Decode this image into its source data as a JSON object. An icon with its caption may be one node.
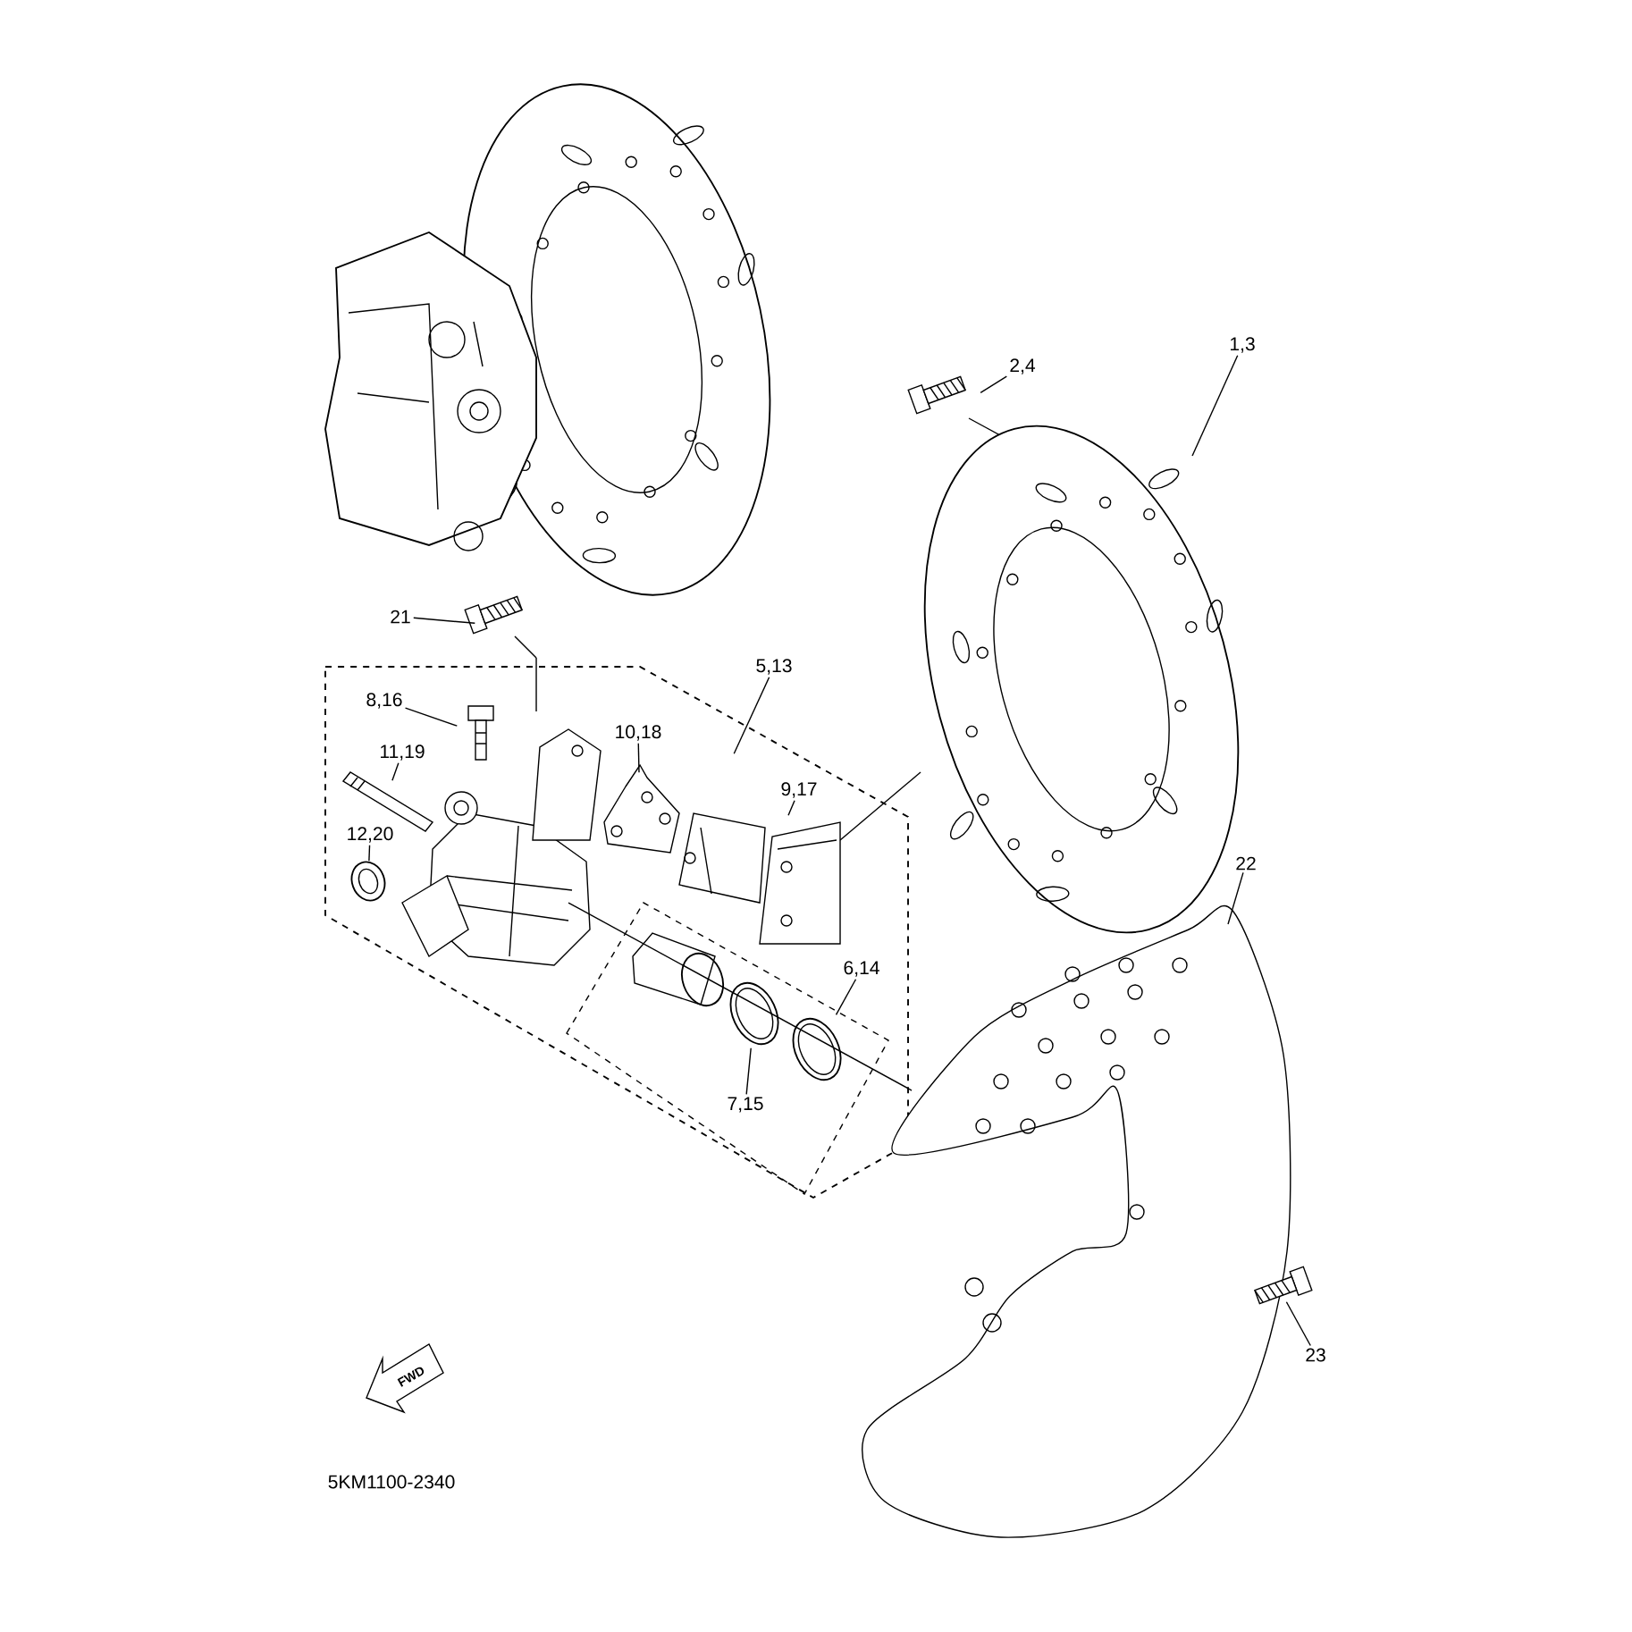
{
  "diagram": {
    "nodes": [
      {
        "text": [
          "1,3"
        ]
      },
      {
        "text": [],
        "shape": "picture"
      },
      {
        "text": [
          "2,4"
        ]
      },
      {
        "text": [],
        "shape": "picture"
      },
      {
        "text": [
          "21"
        ]
      },
      {
        "text": [],
        "shape": "picture"
      },
      {
        "text": [
          "5,13"
        ]
      },
      {
        "text": [],
        "shape": "box"
      },
      {
        "text": [
          "8,16"
        ],
        "in": 7
      },
      {
        "text": [],
        "shape": "picture",
        "in": 7
      },
      {
        "text": [
          "10,18"
        ],
        "in": 7
      },
      {
        "text": [],
        "shape": "picture",
        "in": 7
      },
      {
        "text": [
          "11,19"
        ],
        "in": 7
      },
      {
        "text": [],
        "shape": "picture",
        "in": 7
      },
      {
        "text": [
          "9,17"
        ],
        "in": 7
      },
      {
        "text": [],
        "shape": "picture",
        "in": 7
      },
      {
        "text": [
          "12,20"
        ],
        "in": 7
      },
      {
        "text": [],
        "shape": "picture",
        "in": 7
      },
      {
        "text": [
          "6,14"
        ],
        "in": 7
      },
      {
        "text": [],
        "shape": "picture",
        "in": 7
      },
      {
        "text": [
          "7,15"
        ],
        "in": 7
      },
      {
        "text": [],
        "shape": "picture",
        "in": 7
      },
      {
        "text": [
          "22"
        ]
      },
      {
        "text": [],
        "shape": "picture"
      },
      {
        "text": [
          "23"
        ]
      },
      {
        "text": [],
        "shape": "picture"
      }
    ],
    "edges": [
      {
        "from": 0,
        "to": 1,
        "arrow": "none"
      },
      {
        "from": 2,
        "to": 3,
        "arrow": "none"
      },
      {
        "from": 4,
        "to": 5,
        "arrow": "none"
      },
      {
        "from": 6,
        "to": 7,
        "arrow": "none"
      },
      {
        "from": 8,
        "to": 9,
        "arrow": "none"
      },
      {
        "from": 10,
        "to": 11,
        "arrow": "none"
      },
      {
        "from": 12,
        "to": 13,
        "arrow": "none"
      },
      {
        "from": 14,
        "to": 15,
        "arrow": "none"
      },
      {
        "from": 16,
        "to": 17,
        "arrow": "none"
      },
      {
        "from": 18,
        "to": 19,
        "arrow": "none"
      },
      {
        "from": 20,
        "to": 21,
        "arrow": "none"
      },
      {
        "from": 22,
        "to": 23,
        "arrow": "none"
      },
      {
        "from": 24,
        "to": 25,
        "arrow": "none"
      }
    ],
    "labels": [
      "FWD",
      "5KM1100-2340"
    ]
  }
}
